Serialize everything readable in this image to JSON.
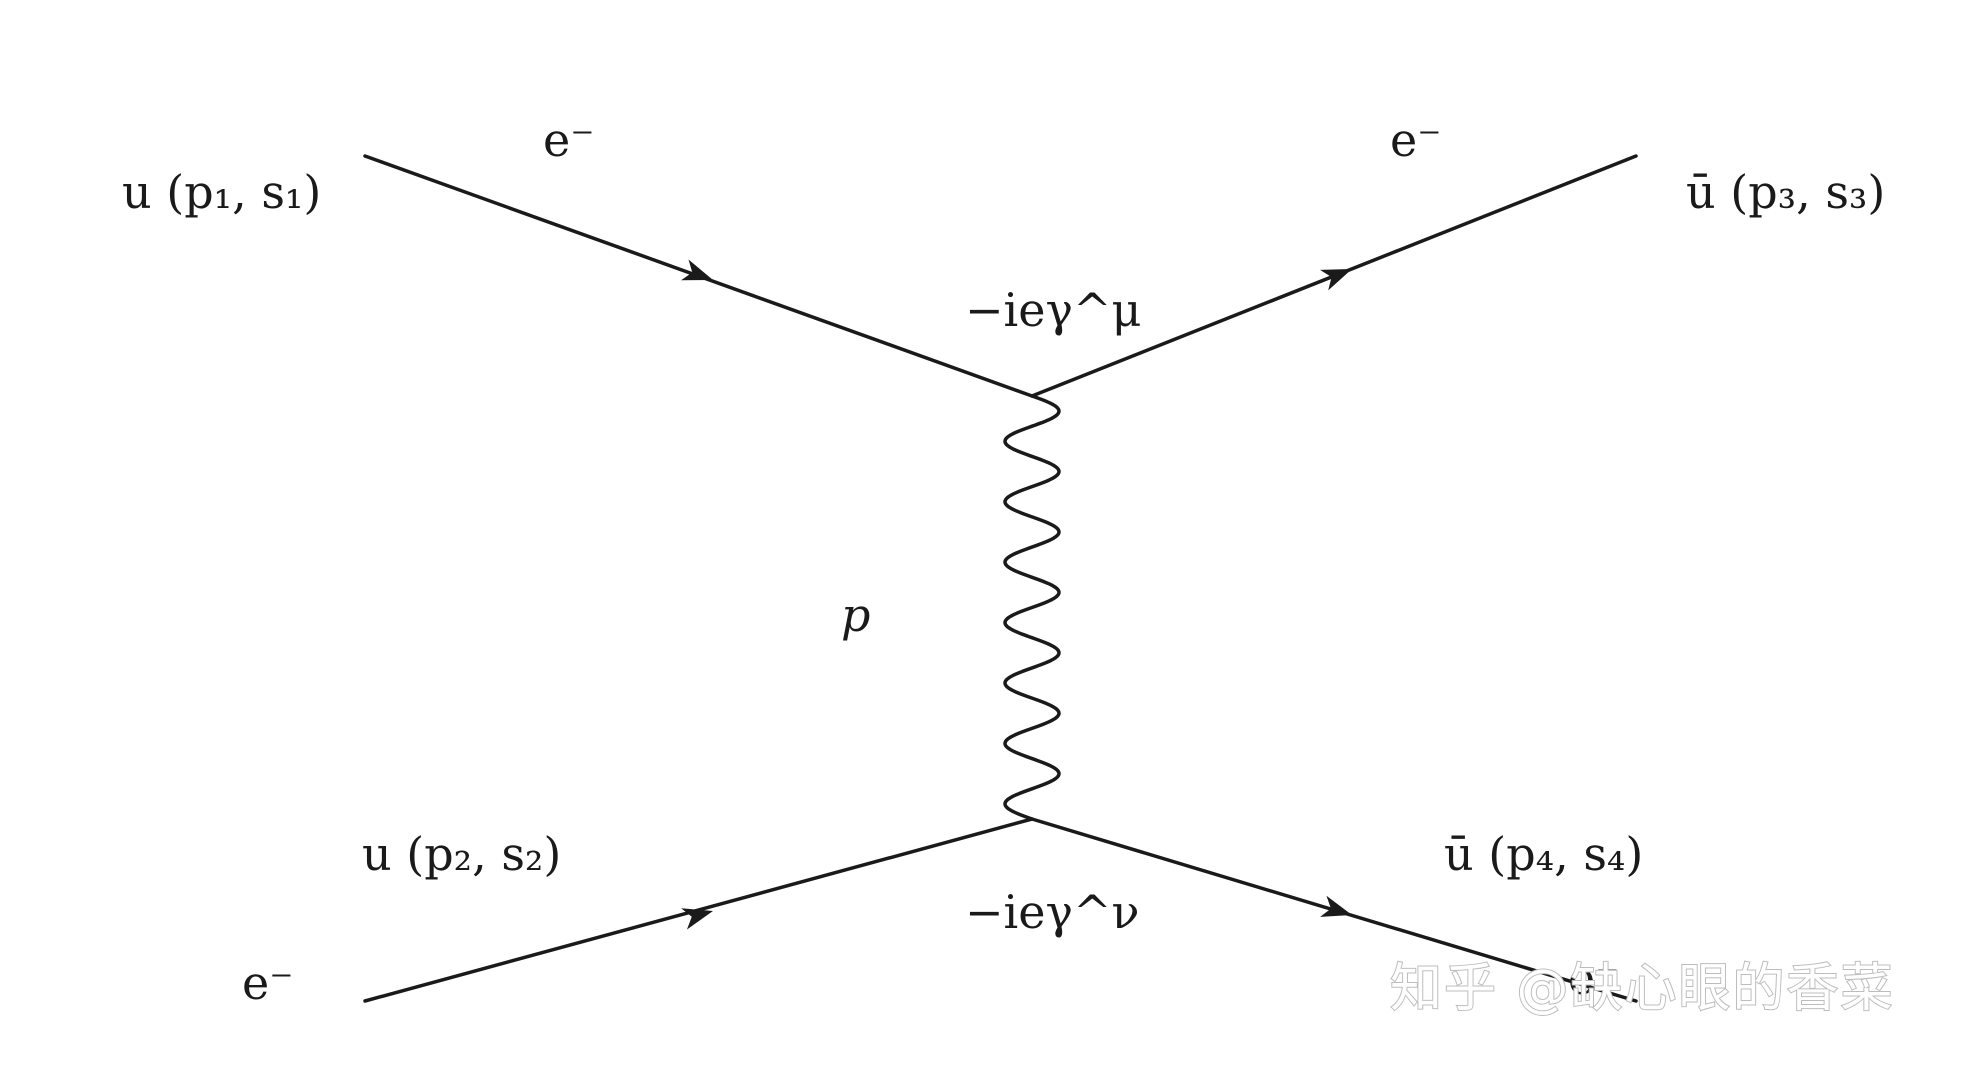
{
  "diagram": {
    "labels": {
      "electron_in_top": "e⁻",
      "electron_in_bottom": "e⁻",
      "electron_out_top": "e⁻",
      "electron_out_bottom": "e⁻",
      "spinor_in_1": "u (p₁, s₁)",
      "spinor_in_2": "u (p₂, s₂)",
      "spinor_out_3": "ū (p₃, s₃)",
      "spinor_out_4": "ū (p₄, s₄)",
      "vertex_top": "−ieγ^μ",
      "vertex_bottom": "−ieγ^ν",
      "photon_momentum": "p"
    },
    "watermark": "知乎 @缺心眼的香菜",
    "line_color": "#1a1a1a"
  }
}
